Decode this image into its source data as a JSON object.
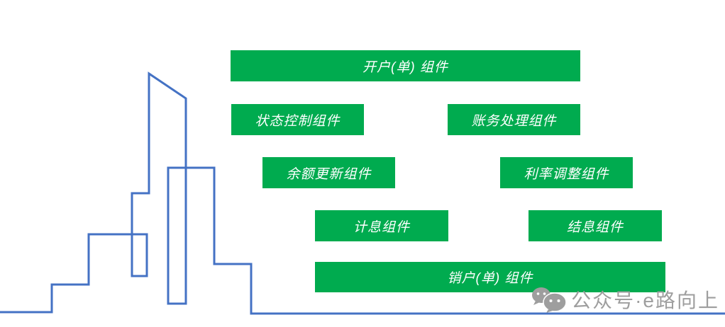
{
  "diagram": {
    "description_visible_text_only": "",
    "boxes": [
      {
        "label": "开户(单) 组件"
      },
      {
        "label": "状态控制组件"
      },
      {
        "label": "账务处理组件"
      },
      {
        "label": "余额更新组件"
      },
      {
        "label": "利率调整组件"
      },
      {
        "label": "计息组件"
      },
      {
        "label": "结息组件"
      },
      {
        "label": "销户(单) 组件"
      }
    ]
  },
  "watermark": {
    "icon": "wechat-icon",
    "text": "公众号·e路向上"
  },
  "colors": {
    "box_green": "#00AB4F",
    "box_text": "#FFFFFF",
    "skyline_blue": "#4472C4",
    "watermark_gray": "#9E9E9E",
    "background": "#FFFFFF"
  }
}
